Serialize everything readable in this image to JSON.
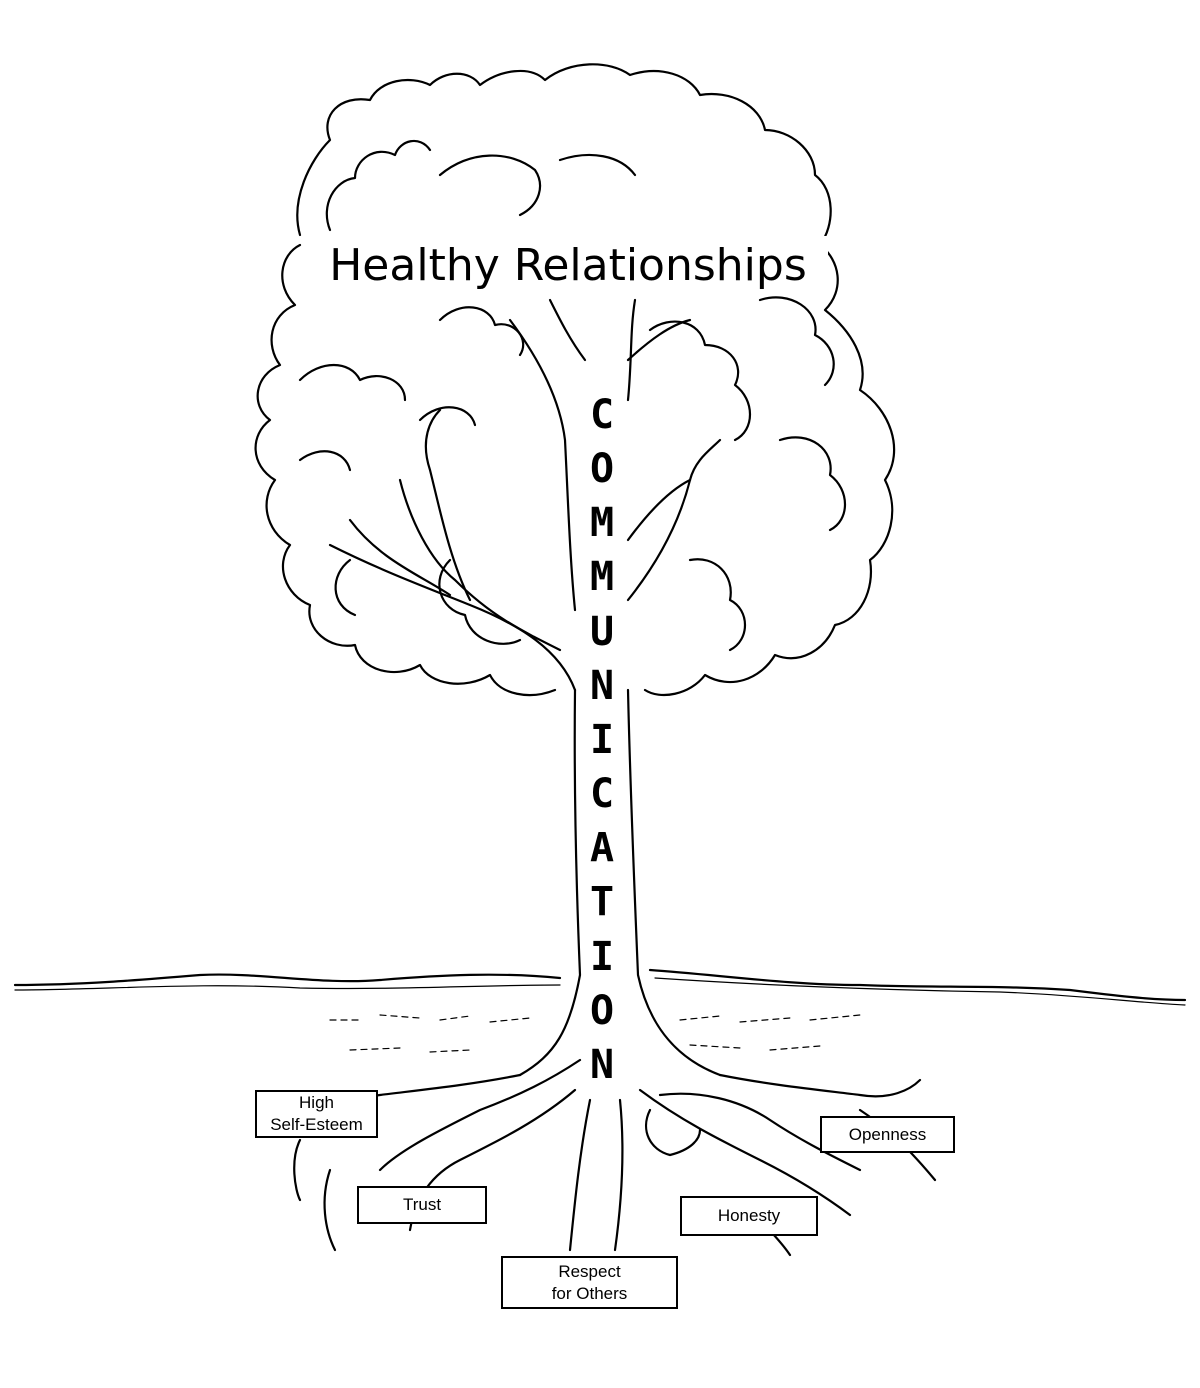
{
  "title": "Healthy Relationships",
  "trunk_word": [
    "C",
    "O",
    "M",
    "M",
    "U",
    "N",
    "I",
    "C",
    "A",
    "T",
    "I",
    "O",
    "N"
  ],
  "roots": {
    "self_esteem": [
      "High",
      "Self-Esteem"
    ],
    "trust": "Trust",
    "respect": [
      "Respect",
      "for Others"
    ],
    "honesty": "Honesty",
    "openness": "Openness"
  }
}
